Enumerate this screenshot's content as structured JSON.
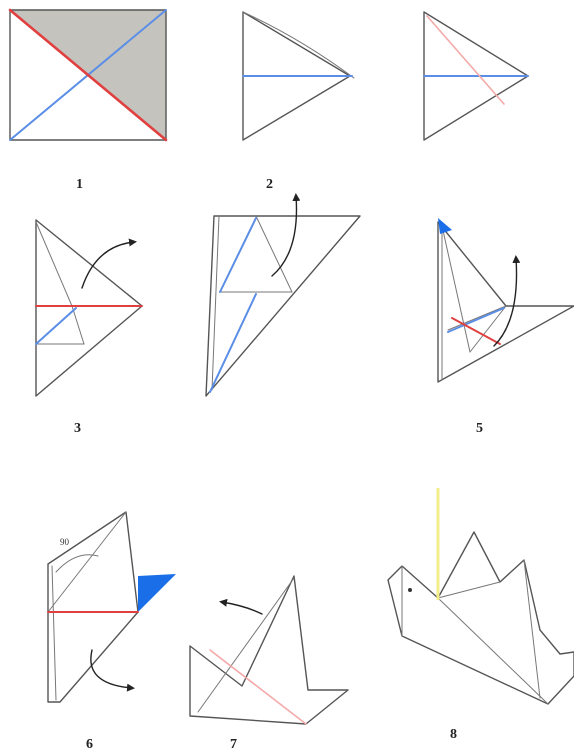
{
  "steps": [
    {
      "label": "1"
    },
    {
      "label": "2"
    },
    {
      "label": "3"
    },
    {
      "label": ""
    },
    {
      "label": "5"
    },
    {
      "label": "6"
    },
    {
      "label": "7"
    },
    {
      "label": "8"
    }
  ],
  "annotations": {
    "angle_label": "90"
  },
  "colors": {
    "paper_back": "#c4c3be",
    "outline": "#555555",
    "valley_fold": "#5b8ee6",
    "mountain_fold": "#e04040",
    "light_crease": "#f4a9a9",
    "highlight_flap": "#1a6ee8",
    "marker_line": "#f2ee8a",
    "arrow": "#222222"
  }
}
